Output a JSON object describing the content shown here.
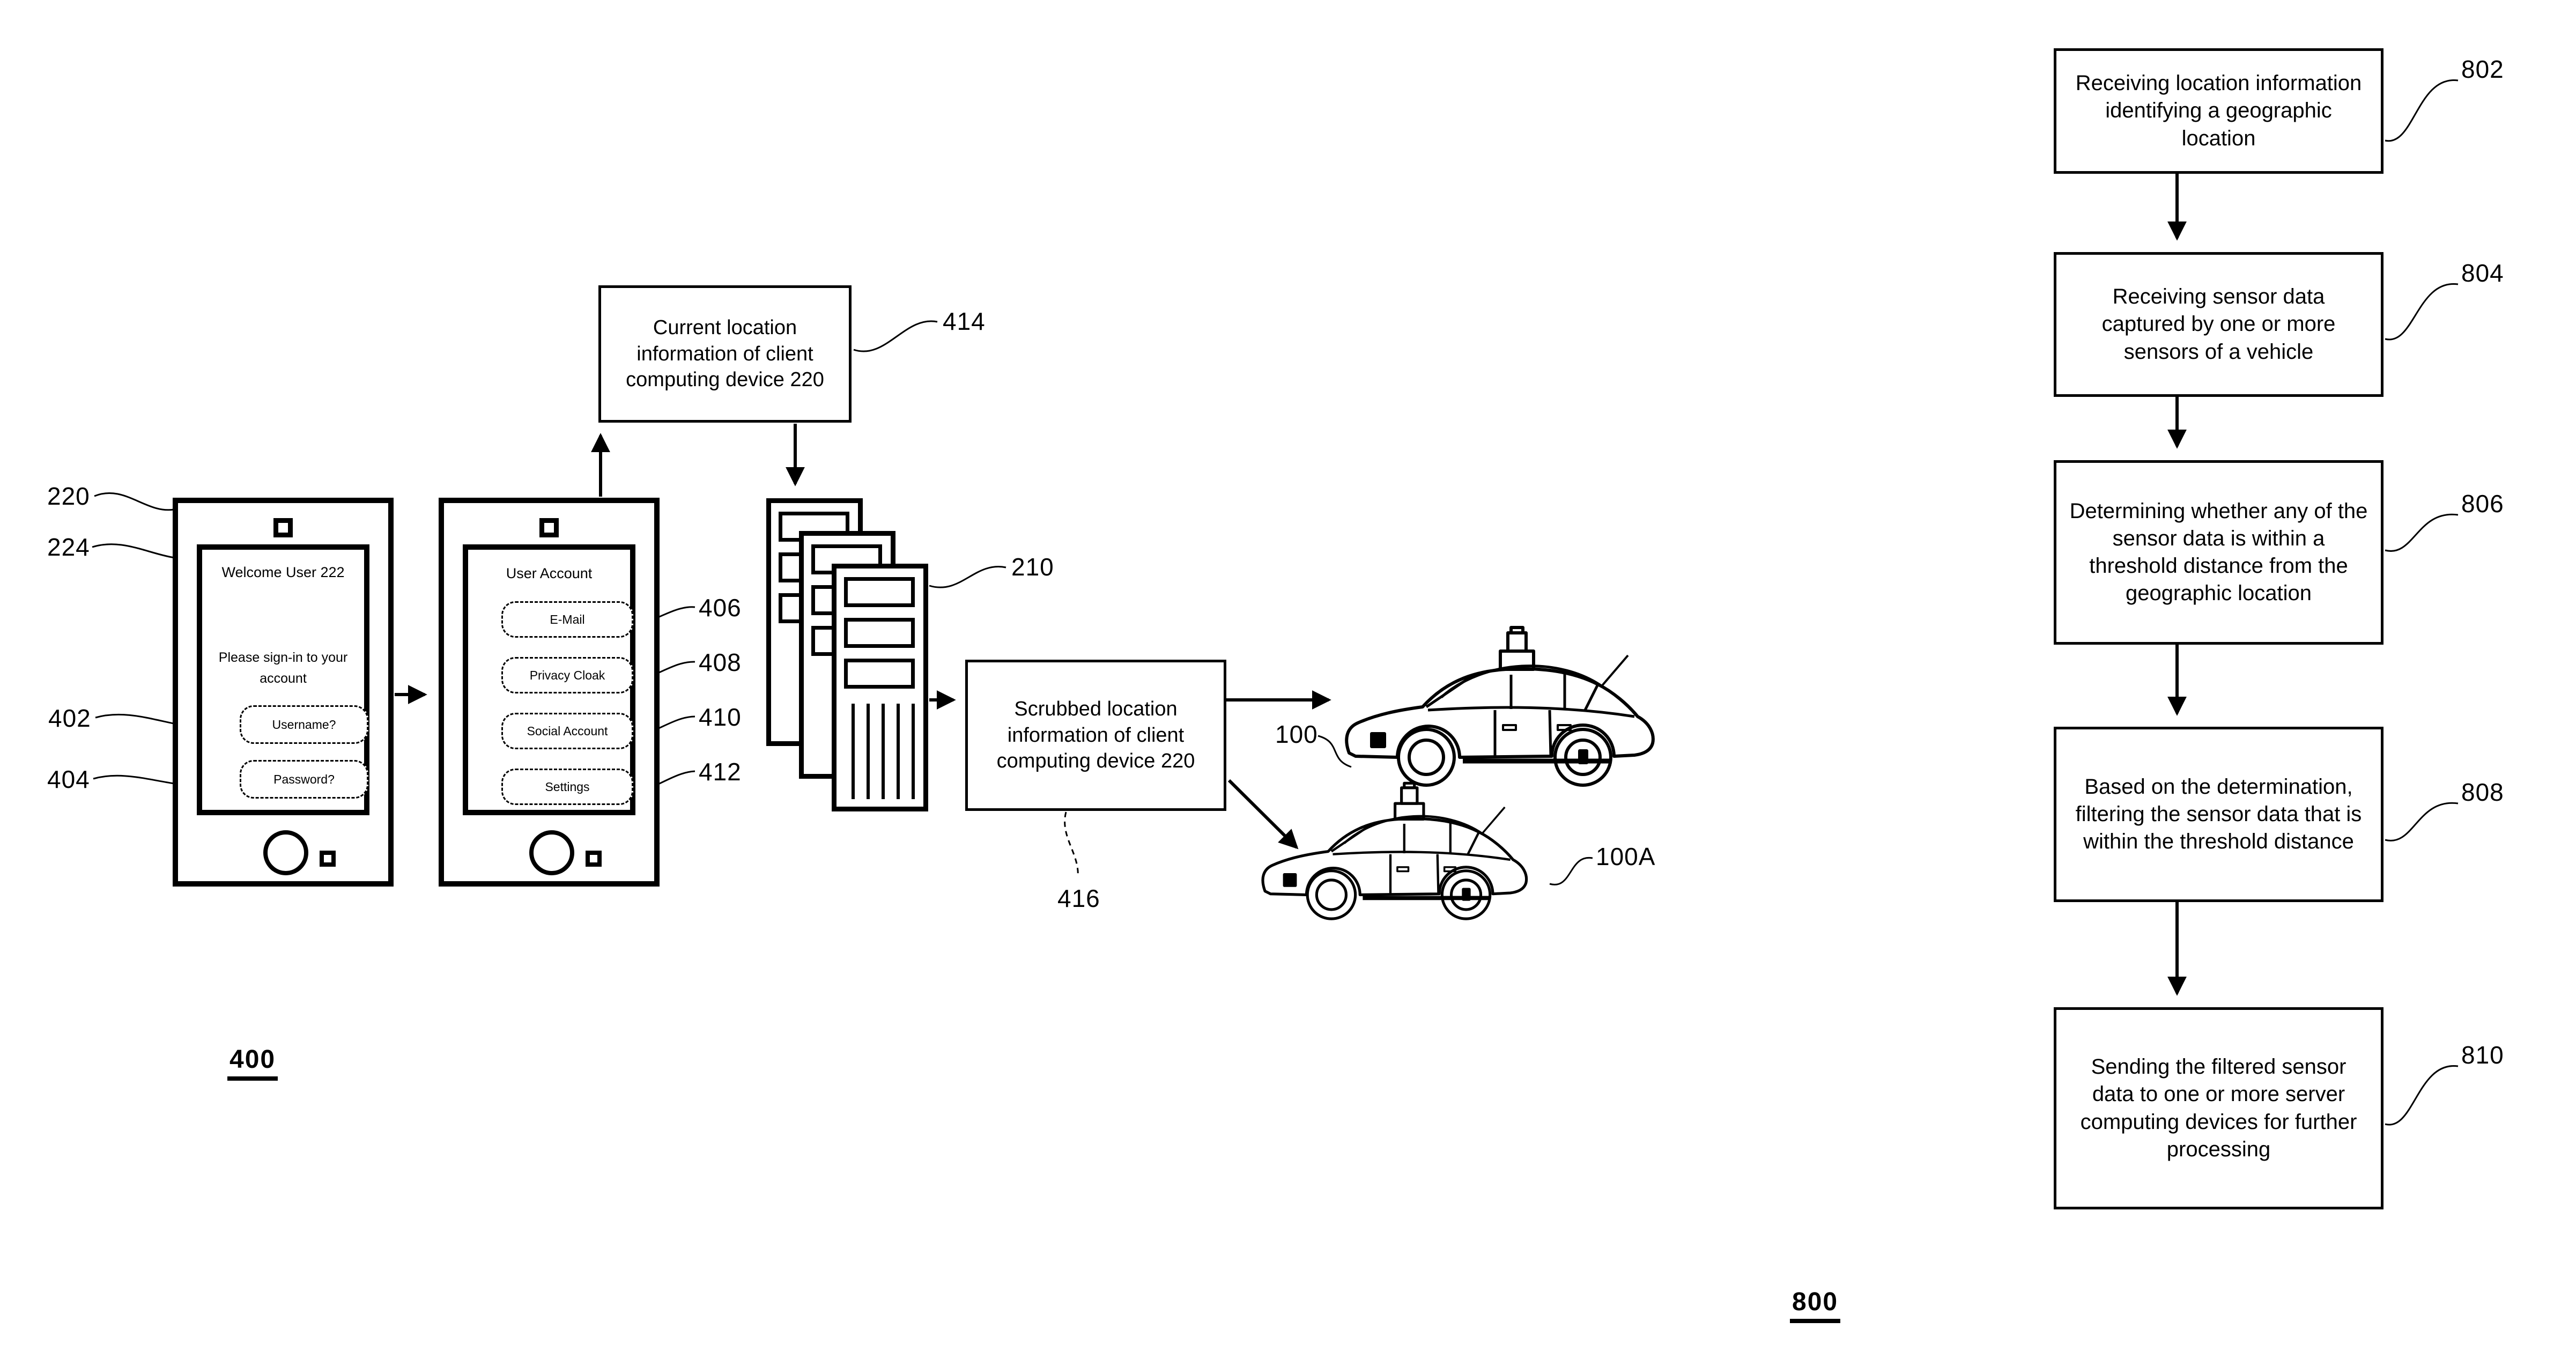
{
  "figure_left": {
    "number": "400"
  },
  "phone_signin": {
    "ref": "220",
    "screen_ref": "224",
    "title": "Welcome User 222",
    "subtitle": "Please sign-in to your account",
    "fields": [
      {
        "ref": "402",
        "label": "Username?"
      },
      {
        "ref": "404",
        "label": "Password?"
      }
    ]
  },
  "phone_account": {
    "title": "User Account",
    "items": [
      {
        "ref": "406",
        "label": "E-Mail"
      },
      {
        "ref": "408",
        "label": "Privacy Cloak"
      },
      {
        "ref": "410",
        "label": "Social Account"
      },
      {
        "ref": "412",
        "label": "Settings"
      }
    ]
  },
  "current_location_box": {
    "ref": "414",
    "text": "Current location information of client computing device 220"
  },
  "server_stack": {
    "ref": "210"
  },
  "scrubbed_location_box": {
    "ref": "416",
    "text": "Scrubbed location information of client computing device 220"
  },
  "vehicle_a": {
    "ref": "100"
  },
  "vehicle_b": {
    "ref": "100A"
  },
  "flowchart": {
    "figure_number": "800",
    "steps": [
      {
        "ref": "802",
        "text": "Receiving location information identifying a geographic location"
      },
      {
        "ref": "804",
        "text": "Receiving sensor data captured by one or more sensors of a vehicle"
      },
      {
        "ref": "806",
        "text": "Determining whether any of the sensor data is within a threshold distance from the geographic location"
      },
      {
        "ref": "808",
        "text": "Based on the determination, filtering the sensor data that is within the threshold distance"
      },
      {
        "ref": "810",
        "text": "Sending the filtered sensor data to one or more server computing devices for further processing"
      }
    ]
  }
}
